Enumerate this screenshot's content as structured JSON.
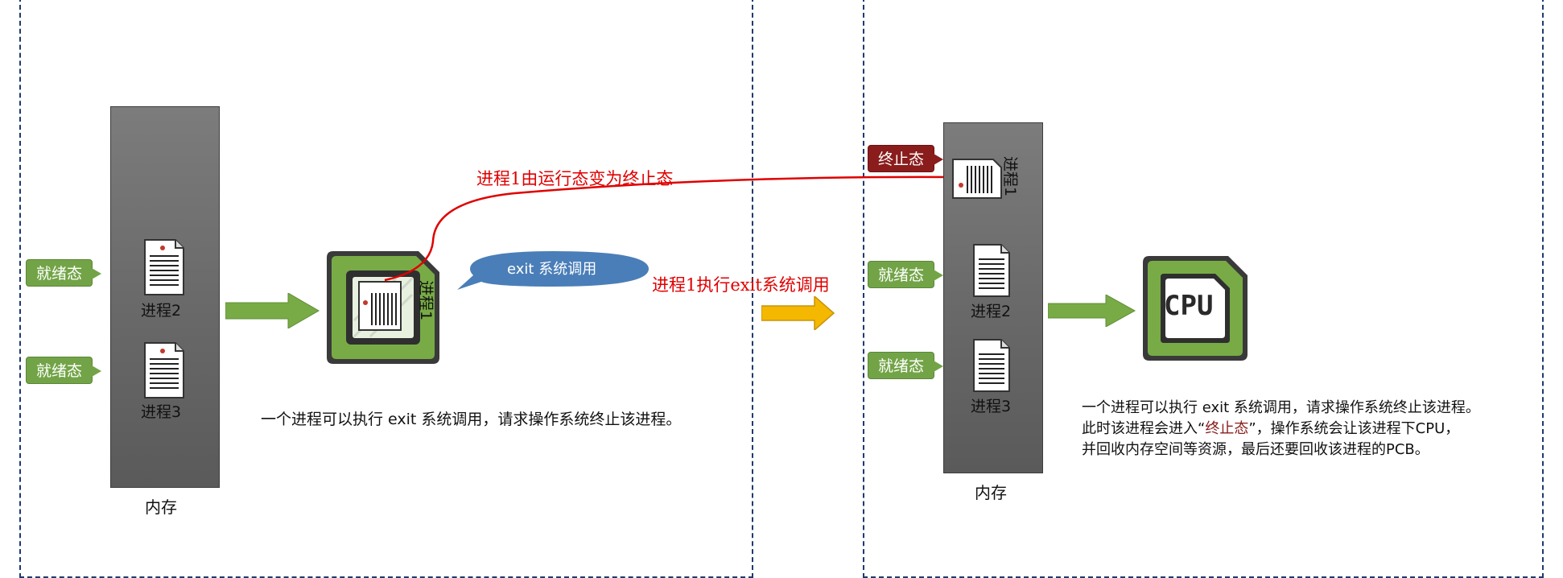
{
  "left_panel": {
    "memory_label": "内存",
    "ready_tag_1": "就绪态",
    "ready_tag_2": "就绪态",
    "process_2": "进程2",
    "process_3": "进程3",
    "cpu_process": "进程1",
    "bubble": "exit 系统调用",
    "caption": "一个进程可以执行 exit 系统调用，请求操作系统终止该进程。"
  },
  "transition": {
    "curve_label": "进程1由运行态变为终止态",
    "arrow_label": "进程1执行exit系统调用"
  },
  "right_panel": {
    "memory_label": "内存",
    "terminated_tag": "终止态",
    "ready_tag_1": "就绪态",
    "ready_tag_2": "就绪态",
    "process_1": "进程1",
    "process_2": "进程2",
    "process_3": "进程3",
    "cpu_text": "CPU",
    "desc_line1": "一个进程可以执行 exit 系统调用，请求操作系统终止该进程。",
    "desc_line2_a": "此时该进程会进入“",
    "desc_line2_hl": "终止态",
    "desc_line2_b": "”，操作系统会让该进程下CPU，",
    "desc_line3": "并回收内存空间等资源，最后还要回收该进程的PCB。"
  },
  "colors": {
    "frame": "#1f3a6e",
    "memory": "#6e6e6e",
    "ready": "#72a447",
    "terminated": "#8a1c1c",
    "cpu_green": "#78ab46",
    "red_annotation": "#e00000",
    "bubble": "#4a7eb8",
    "transition_arrow": "#f5b800"
  }
}
